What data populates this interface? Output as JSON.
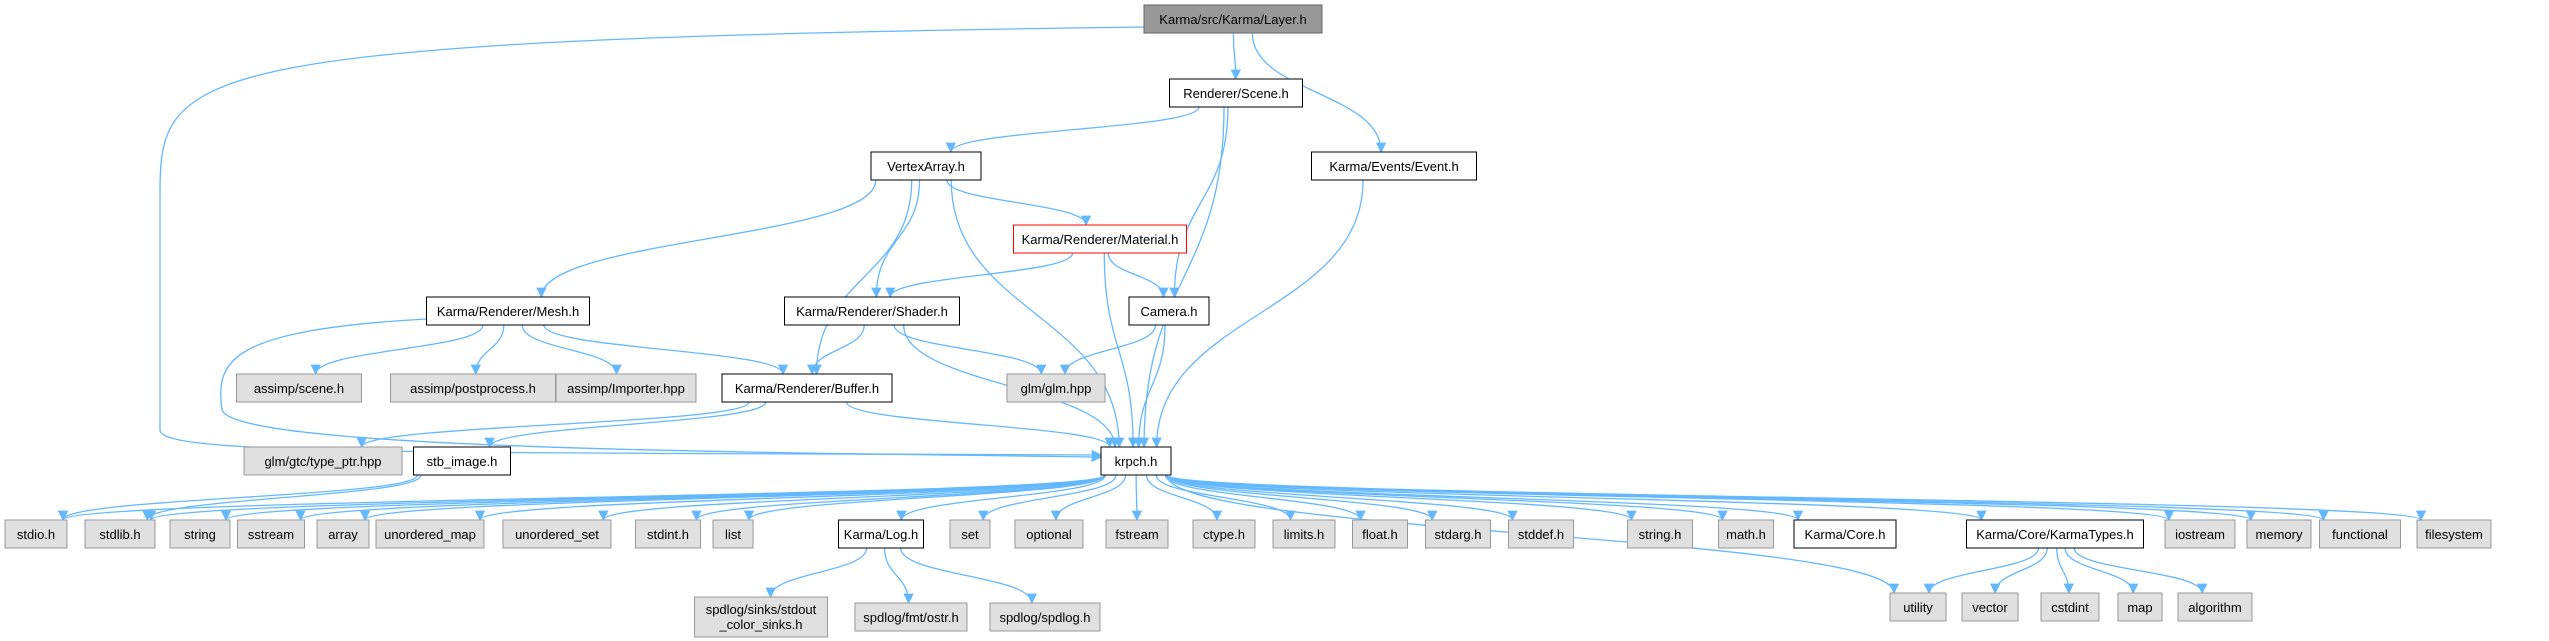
{
  "nodes": {
    "layer": "Karma/src/Karma/Layer.h",
    "scene": "Renderer/Scene.h",
    "event": "Karma/Events/Event.h",
    "vertexarray": "VertexArray.h",
    "material": "Karma/Renderer/Material.h",
    "mesh": "Karma/Renderer/Mesh.h",
    "shader": "Karma/Renderer/Shader.h",
    "camera": "Camera.h",
    "assimp_scene": "assimp/scene.h",
    "assimp_post": "assimp/postprocess.h",
    "assimp_importer": "assimp/Importer.hpp",
    "buffer": "Karma/Renderer/Buffer.h",
    "glm": "glm/glm.hpp",
    "glm_typeptr": "glm/gtc/type_ptr.hpp",
    "stb_image": "stb_image.h",
    "krpch": "krpch.h",
    "stdio": "stdio.h",
    "stdlib": "stdlib.h",
    "string": "string",
    "sstream": "sstream",
    "array": "array",
    "unordered_map": "unordered_map",
    "unordered_set": "unordered_set",
    "stdint": "stdint.h",
    "list": "list",
    "log": "Karma/Log.h",
    "set": "set",
    "optional": "optional",
    "fstream": "fstream",
    "ctype": "ctype.h",
    "limits": "limits.h",
    "float": "float.h",
    "stdarg": "stdarg.h",
    "stddef": "stddef.h",
    "string_h": "string.h",
    "math": "math.h",
    "core": "Karma/Core.h",
    "karmatypes": "Karma/Core/KarmaTypes.h",
    "iostream": "iostream",
    "memory": "memory",
    "functional": "functional",
    "filesystem": "filesystem",
    "spdlog_sinks_1": "spdlog/sinks/stdout",
    "spdlog_sinks_2": "_color_sinks.h",
    "spdlog_ostr": "spdlog/fmt/ostr.h",
    "spdlog": "spdlog/spdlog.h",
    "utility": "utility",
    "vector": "vector",
    "cstdint": "cstdint",
    "map": "map",
    "algorithm": "algorithm"
  },
  "colors": {
    "edge": "#63b8ff",
    "root_fill": "#999999",
    "root_border": "#666666",
    "header_fill": "#ffffff",
    "header_border": "#000000",
    "external_fill": "#e0e0e0",
    "external_border": "#999999",
    "highlight_border": "#ff0000"
  }
}
